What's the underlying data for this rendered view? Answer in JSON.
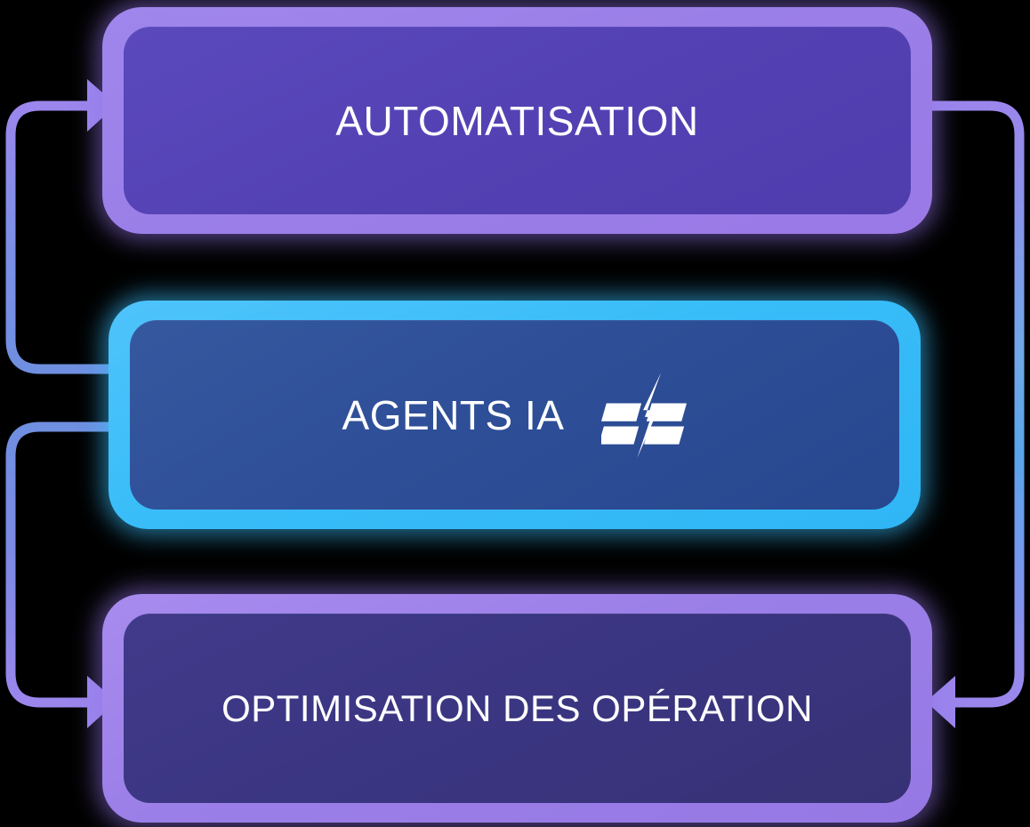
{
  "diagram": {
    "title": "Agents IA operations flow",
    "background_color": "#000000",
    "nodes": [
      {
        "id": "automatisation",
        "label": "AUTOMATISATION",
        "accent_color": "#9b7fe8",
        "fill_color": "#5341b3",
        "text_color": "#ffffff"
      },
      {
        "id": "agents-ia",
        "label": "AGENTS IA",
        "accent_color": "#38bdf8",
        "fill_color": "#2d4d96",
        "text_color": "#ffffff",
        "icon": "lightning-bolt-logo",
        "icon_color": "#ffffff"
      },
      {
        "id": "optimisation",
        "label": "OPTIMISATION DES OPÉRATION",
        "accent_color": "#9b7fe8",
        "fill_color": "#3a3580",
        "text_color": "#ffffff"
      }
    ],
    "connectors": [
      {
        "id": "agents-to-automatisation",
        "from": "agents-ia",
        "to": "automatisation",
        "side": "left",
        "arrow": "right",
        "gradient_from": "#6f8fe0",
        "gradient_to": "#9b86ec"
      },
      {
        "id": "agents-to-optimisation",
        "from": "agents-ia",
        "to": "optimisation",
        "side": "left",
        "arrow": "right",
        "gradient_from": "#6f8fe0",
        "gradient_to": "#9b86ec"
      },
      {
        "id": "automatisation-to-optimisation",
        "from": "automatisation",
        "to": "optimisation",
        "side": "right",
        "arrow": "left",
        "gradient_from": "#9b86ec",
        "gradient_to": "#4aa8e8"
      }
    ]
  }
}
